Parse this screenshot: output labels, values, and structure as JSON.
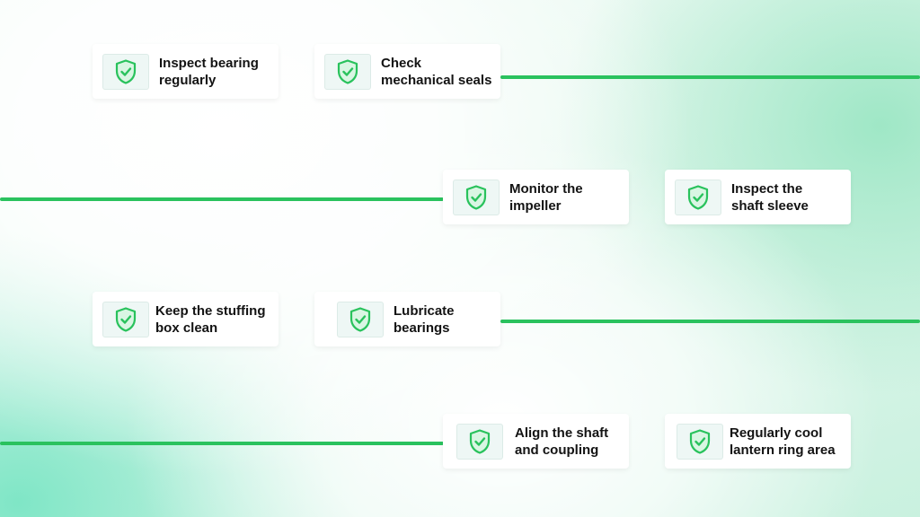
{
  "colors": {
    "accent": "#2ac25e",
    "icon_green": "#29c25c"
  },
  "steps": [
    {
      "label": "Inspect bearing\nregularly",
      "icon": "shield-check-icon"
    },
    {
      "label": "Check\nmechanical seals",
      "icon": "shield-check-icon"
    },
    {
      "label": "Monitor the\nimpeller",
      "icon": "shield-check-icon"
    },
    {
      "label": "Inspect the\nshaft sleeve",
      "icon": "shield-check-icon"
    },
    {
      "label": "Keep the stuffing\nbox clean",
      "icon": "shield-check-icon"
    },
    {
      "label": "Lubricate\nbearings",
      "icon": "shield-check-icon"
    },
    {
      "label": "Align the shaft\nand coupling",
      "icon": "shield-check-icon"
    },
    {
      "label": "Regularly cool\nlantern ring area",
      "icon": "shield-check-icon"
    }
  ]
}
